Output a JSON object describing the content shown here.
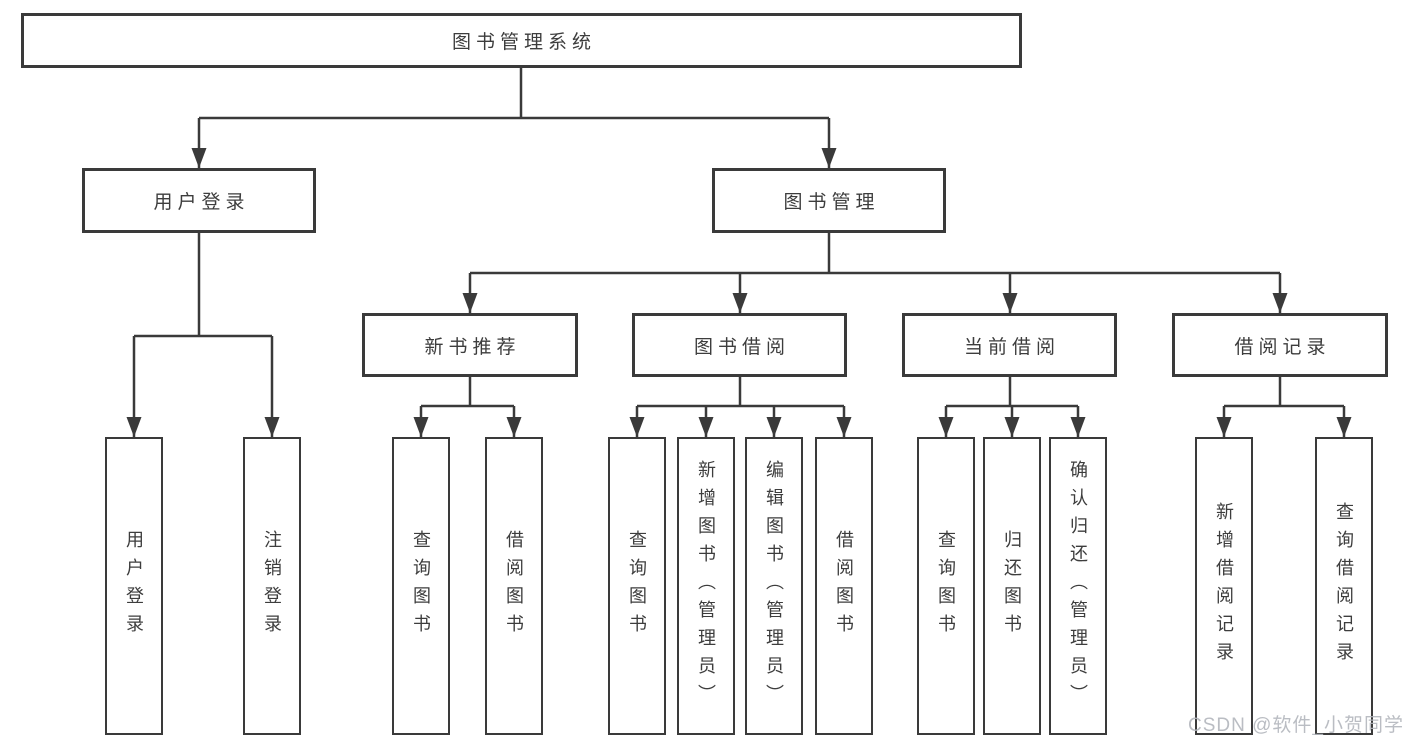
{
  "diagram_title": "图书管理系统",
  "colors": {
    "line": "#3a3a3a",
    "text": "#3d3d3d",
    "background": "#ffffff",
    "watermark": "#b2b6bc"
  },
  "tree": {
    "root": "图书管理系统",
    "branches": [
      {
        "label": "用户登录",
        "children": [
          "用户登录",
          "注销登录"
        ]
      },
      {
        "label": "图书管理",
        "children": [
          {
            "label": "新书推荐",
            "children": [
              "查询图书",
              "借阅图书"
            ]
          },
          {
            "label": "图书借阅",
            "children": [
              "查询图书",
              "新增图书（管理员）",
              "编辑图书（管理员）",
              "借阅图书"
            ]
          },
          {
            "label": "当前借阅",
            "children": [
              "查询图书",
              "归还图书",
              "确认归还（管理员）"
            ]
          },
          {
            "label": "借阅记录",
            "children": [
              "新增借阅记录",
              "查询借阅记录"
            ]
          }
        ]
      }
    ]
  },
  "watermark": "CSDN @软件_小贺同学"
}
